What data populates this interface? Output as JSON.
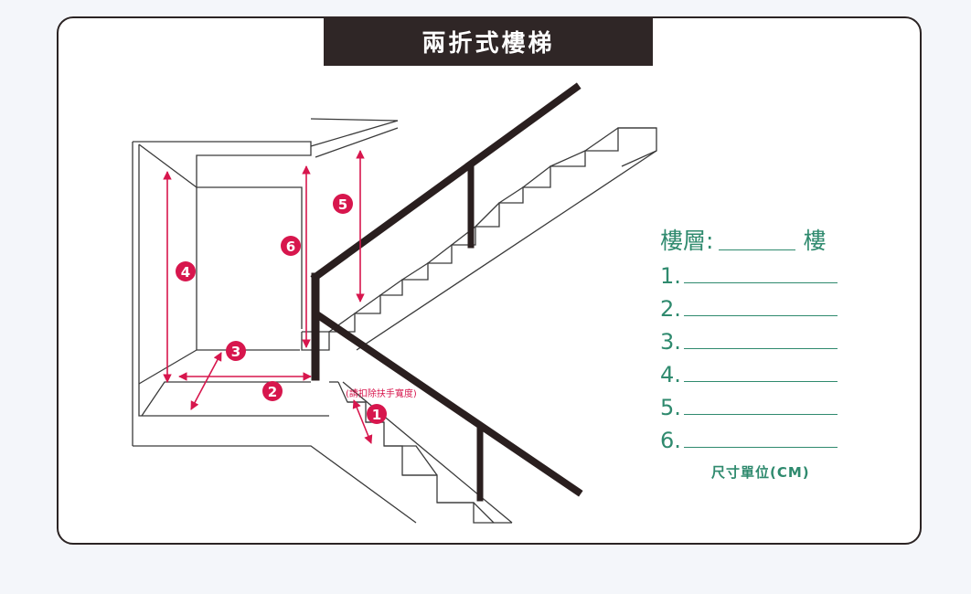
{
  "title": "兩折式樓梯",
  "note": "(請扣除扶手寬度)",
  "markers": [
    "1",
    "2",
    "3",
    "4",
    "5",
    "6"
  ],
  "form": {
    "floor_label": "樓層:",
    "floor_suffix": "樓",
    "rows": [
      "1.",
      "2.",
      "3.",
      "4.",
      "5.",
      "6."
    ],
    "unit": "尺寸單位(CM)"
  },
  "colors": {
    "accent": "#d7164d",
    "form_text": "#2f8a6e",
    "title_bg": "#2f2626",
    "line": "#3a3a3a"
  }
}
